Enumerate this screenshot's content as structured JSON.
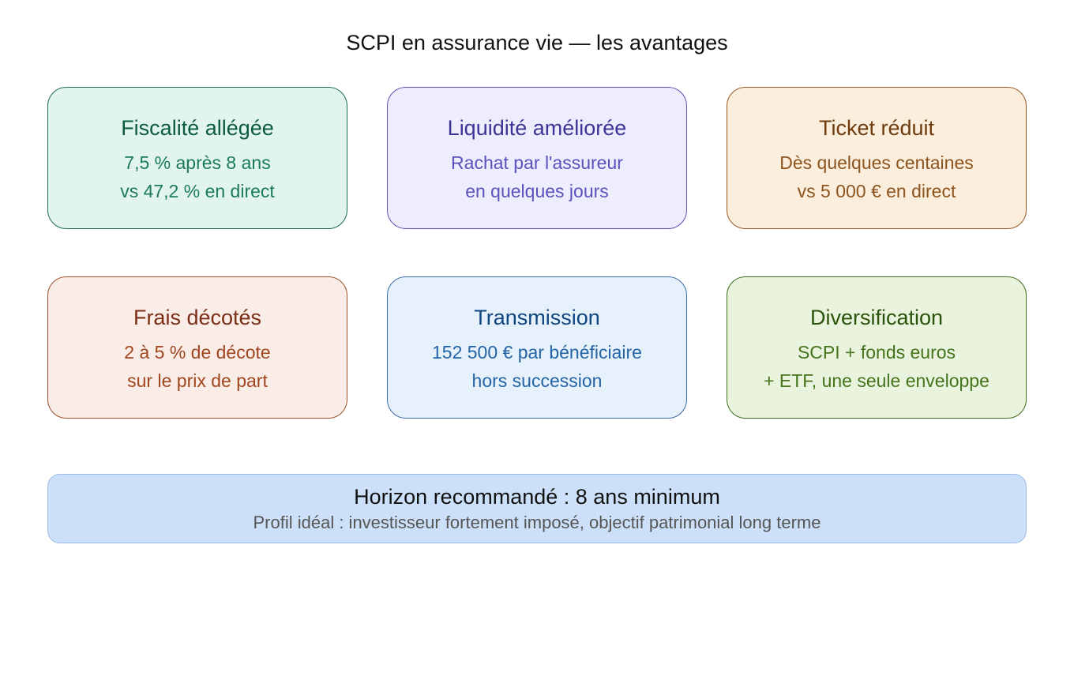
{
  "title": "SCPI en assurance vie — les avantages",
  "cards": [
    {
      "title": "Fiscalité allégée",
      "line1": "7,5 % après 8 ans",
      "line2": "vs 47,2 % en direct",
      "colors": {
        "bg": "#e1f5ee",
        "border": "#1d6e52",
        "title": "#0b5a43",
        "text": "#1c7a5c"
      }
    },
    {
      "title": "Liquidité améliorée",
      "line1": "Rachat par l'assureur",
      "line2": "en quelques jours",
      "colors": {
        "bg": "#eeedfd",
        "border": "#5b55b0",
        "title": "#3c3496",
        "text": "#5a52bb"
      }
    },
    {
      "title": "Ticket réduit",
      "line1": "Dès quelques centaines",
      "line2": "vs 5 000 € en direct",
      "colors": {
        "bg": "#fbeedc",
        "border": "#9a5a25",
        "title": "#6e3c0e",
        "text": "#8c541f"
      }
    },
    {
      "title": "Frais décotés",
      "line1": "2 à 5 % de décote",
      "line2": "sur le prix de part",
      "colors": {
        "bg": "#faece7",
        "border": "#a0502f",
        "title": "#7b2e15",
        "text": "#a0461f"
      }
    },
    {
      "title": "Transmission",
      "line1": "152 500 € par bénéficiaire",
      "line2": "hors succession",
      "colors": {
        "bg": "#e6f1fb",
        "border": "#3a6da8",
        "title": "#0f4682",
        "text": "#2364a6"
      }
    },
    {
      "title": "Diversification",
      "line1": "SCPI + fonds euros",
      "line2": "+ ETF, une seule enveloppe",
      "colors": {
        "bg": "#eaf3dd",
        "border": "#3f6e1e",
        "title": "#2a540b",
        "text": "#44741c"
      }
    }
  ],
  "banner": {
    "title": "Horizon recommandé : 8 ans minimum",
    "subtitle": "Profil idéal : investisseur fortement imposé, objectif patrimonial long terme"
  }
}
